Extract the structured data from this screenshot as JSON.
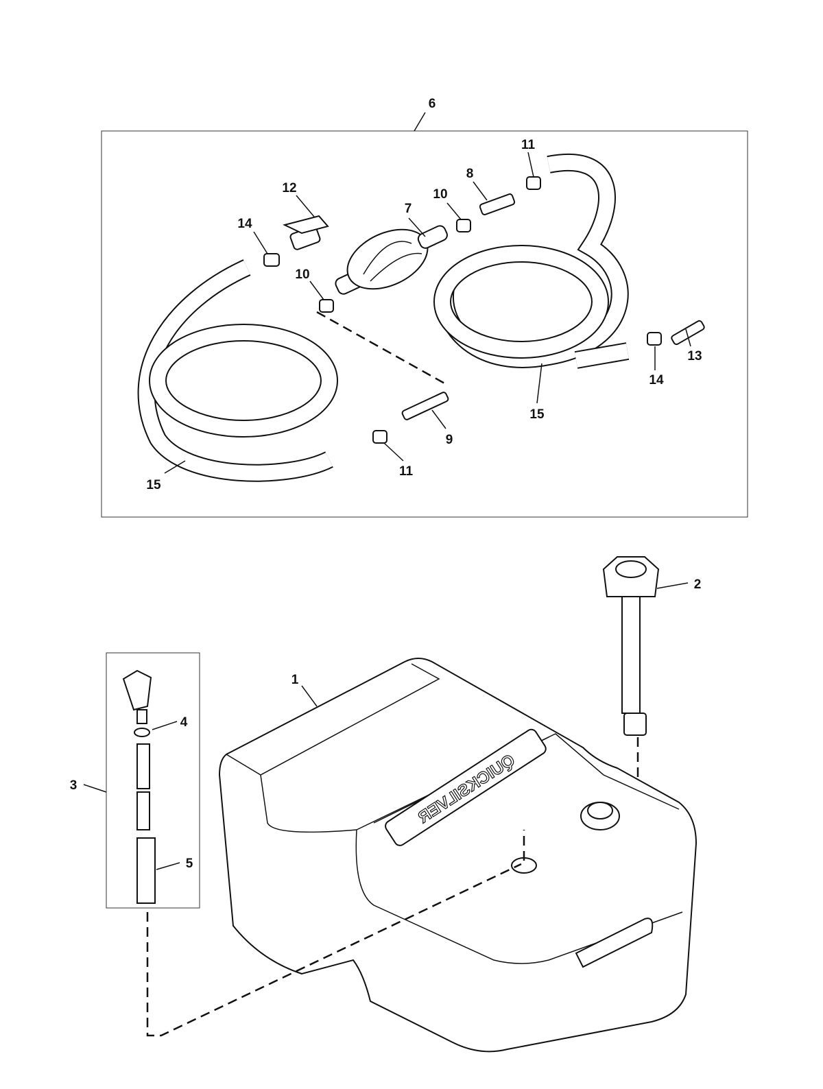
{
  "diagram": {
    "kit_label": "6",
    "kit_callouts": [
      {
        "id": "11a",
        "text": "11"
      },
      {
        "id": "8",
        "text": "8"
      },
      {
        "id": "10a",
        "text": "10"
      },
      {
        "id": "12",
        "text": "12"
      },
      {
        "id": "14a",
        "text": "14"
      },
      {
        "id": "7",
        "text": "7"
      },
      {
        "id": "10b",
        "text": "10"
      },
      {
        "id": "13",
        "text": "13"
      },
      {
        "id": "14b",
        "text": "14"
      },
      {
        "id": "15a",
        "text": "15"
      },
      {
        "id": "9",
        "text": "9"
      },
      {
        "id": "11b",
        "text": "11"
      },
      {
        "id": "15b",
        "text": "15"
      }
    ],
    "tank_callouts": [
      {
        "id": "2",
        "text": "2"
      },
      {
        "id": "1",
        "text": "1"
      },
      {
        "id": "4",
        "text": "4"
      },
      {
        "id": "3",
        "text": "3"
      },
      {
        "id": "5",
        "text": "5"
      }
    ],
    "tank_logo": "QUICKSILVER"
  }
}
